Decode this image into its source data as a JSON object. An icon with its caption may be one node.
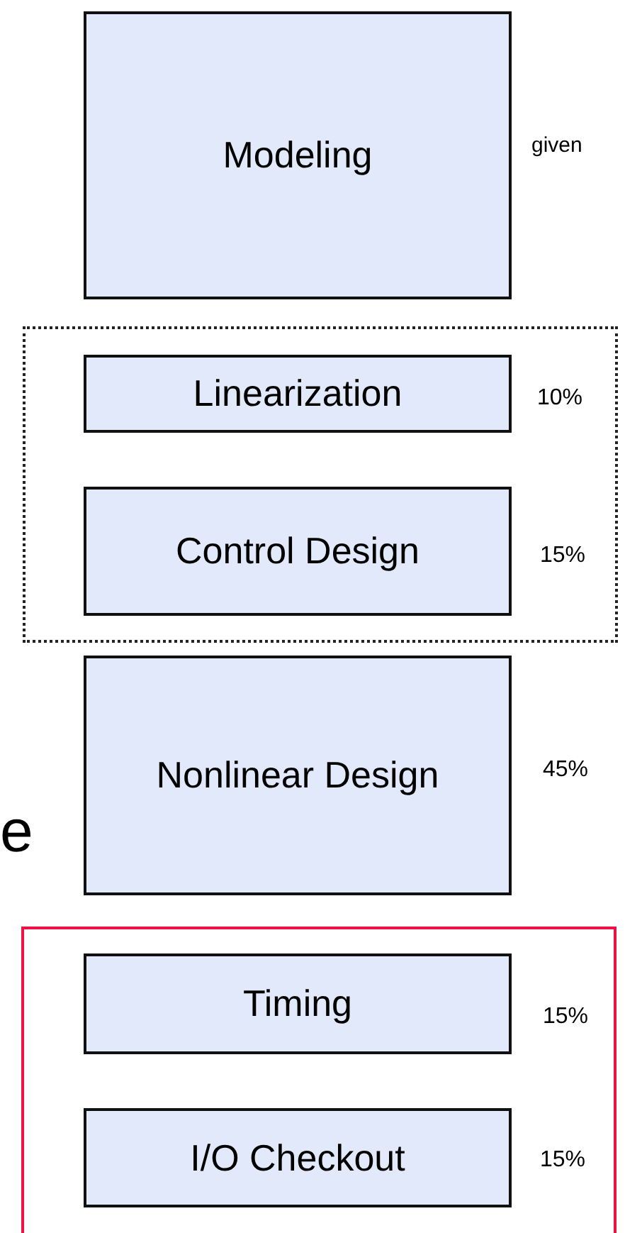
{
  "diagram": {
    "nodes": [
      {
        "text": [
          "Modeling"
        ],
        "beside": [
          "given"
        ]
      },
      {
        "text": [],
        "shape": "box"
      },
      {
        "text": [
          "Linearization"
        ],
        "in": 1,
        "beside": [
          "10%"
        ]
      },
      {
        "text": [
          "Control Design"
        ],
        "in": 1,
        "beside": [
          "15%"
        ]
      },
      {
        "text": [
          "Nonlinear Design"
        ],
        "beside": [
          "45%"
        ]
      },
      {
        "text": [],
        "shape": "box"
      },
      {
        "text": [
          "Timing"
        ],
        "in": 5,
        "beside": [
          "15%"
        ]
      },
      {
        "text": [
          "I/O Checkout"
        ],
        "in": 5,
        "beside": [
          "15%"
        ]
      }
    ],
    "labels": [
      "e"
    ]
  }
}
